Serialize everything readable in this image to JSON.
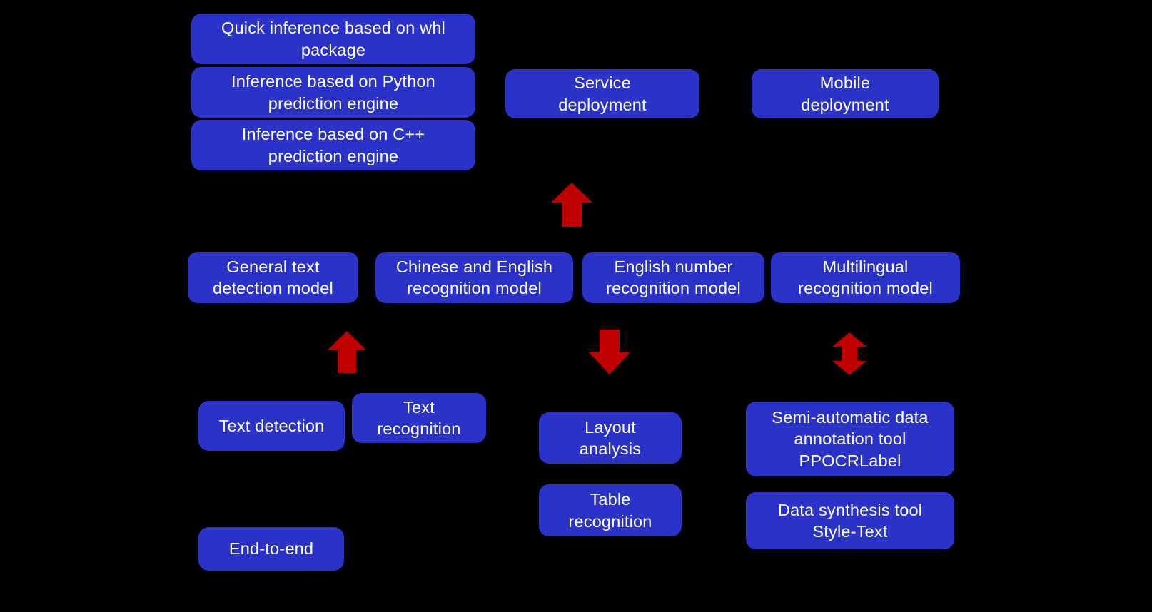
{
  "colors": {
    "background": "#000000",
    "box_fill": "#2B32C8",
    "box_text": "#FFFFFF",
    "arrow_red": "#C00000"
  },
  "nodes": {
    "quick_inference_whl": "Quick inference based on whl\npackage",
    "python_prediction_engine": "Inference based on Python\nprediction engine",
    "cpp_prediction_engine": "Inference based on C++\nprediction engine",
    "service_deployment": "Service\ndeployment",
    "mobile_deployment": "Mobile\ndeployment",
    "general_text_detection_model": "General text\ndetection model",
    "chinese_english_recognition_model": "Chinese and English\nrecognition model",
    "english_number_recognition_model": "English number\nrecognition model",
    "multilingual_recognition_model": "Multilingual\nrecognition model",
    "text_detection": "Text detection",
    "text_recognition": "Text\nrecognition",
    "layout_analysis": "Layout\nanalysis",
    "table_recognition": "Table\nrecognition",
    "ppocrlabel_tool": "Semi-automatic data\nannotation tool\nPPOCRLabel",
    "style_text_tool": "Data synthesis tool\nStyle-Text",
    "end_to_end": "End-to-end"
  },
  "arrows": {
    "deployment_arrow": "up",
    "detection_arrow": "up",
    "analysis_arrow": "down",
    "tools_arrow": "up-down"
  }
}
